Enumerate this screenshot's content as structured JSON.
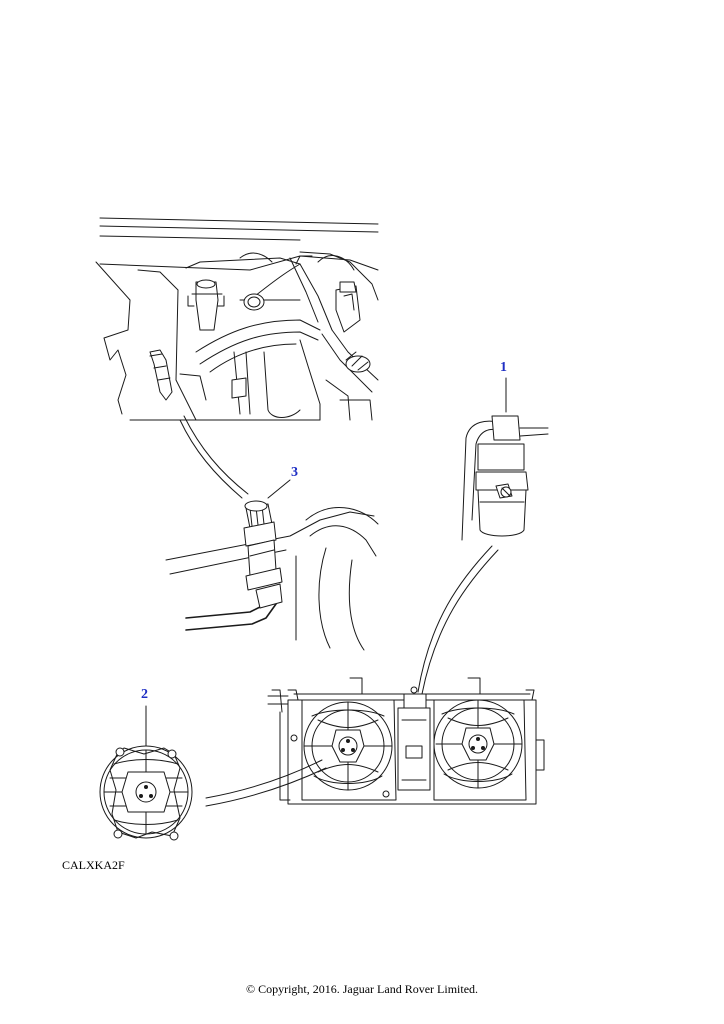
{
  "callouts": [
    {
      "id": "1",
      "label": "1",
      "part": "hose-and-clip-assembly"
    },
    {
      "id": "2",
      "label": "2",
      "part": "fan-cowl"
    },
    {
      "id": "3",
      "label": "3",
      "part": "pressure-switch"
    }
  ],
  "illustration_code": "CALXKA2F",
  "copyright": "© Copyright, 2016. Jaguar Land Rover Limited.",
  "colors": {
    "callout": "#1f2fc4",
    "linework": "#1a1a1a",
    "background": "#ffffff"
  }
}
